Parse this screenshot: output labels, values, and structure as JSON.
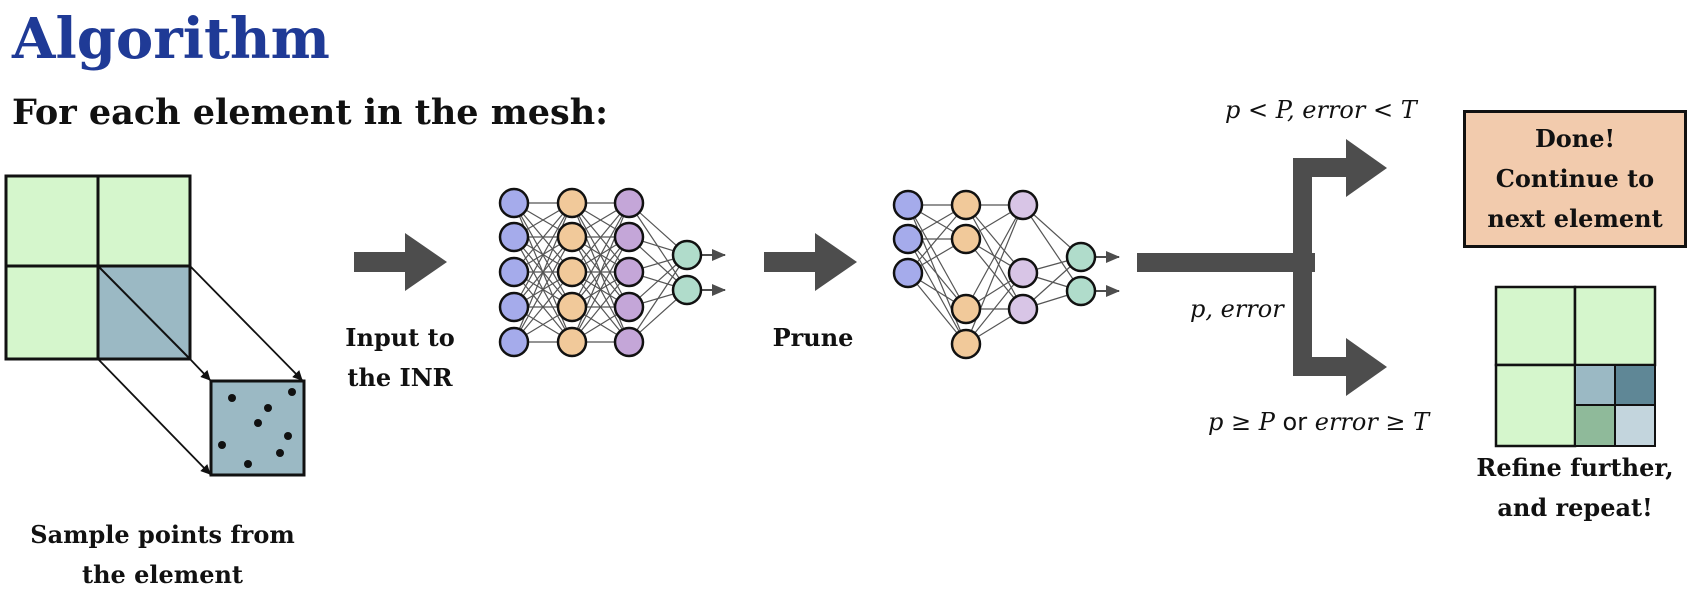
{
  "header": {
    "title": "Algorithm",
    "subtitle": "For each element in the mesh:"
  },
  "steps": {
    "sample_caption_line1": "Sample points from",
    "sample_caption_line2": "the element",
    "input_caption_line1": "Input to",
    "input_caption_line2": "the INR",
    "prune_caption": "Prune"
  },
  "conditions": {
    "success": "p < P, error < T",
    "outputs": "p, error",
    "fail_lhs": "p ≥ P",
    "fail_or": "or",
    "fail_rhs": "error ≥ T"
  },
  "outcomes": {
    "done_line1": "Done!",
    "done_line2": "Continue to",
    "done_line3": "next element",
    "refine_line1": "Refine further,",
    "refine_line2": "and repeat!"
  },
  "colors": {
    "title": "#1f3a96",
    "mesh_light": "#d5f6cc",
    "mesh_selected": "#9bb9c4",
    "mesh_dark": "#5f8796",
    "mesh_green": "#8fba9a",
    "mesh_pale": "#c3d5dd",
    "done_box": "#f2cbad",
    "arrow": "#4d4d4d",
    "node_blue": "#a5abeb",
    "node_orange": "#f1c99a",
    "node_purple": "#c4a6d8",
    "node_lavender": "#d8c5e6",
    "node_teal": "#b0dccb"
  }
}
